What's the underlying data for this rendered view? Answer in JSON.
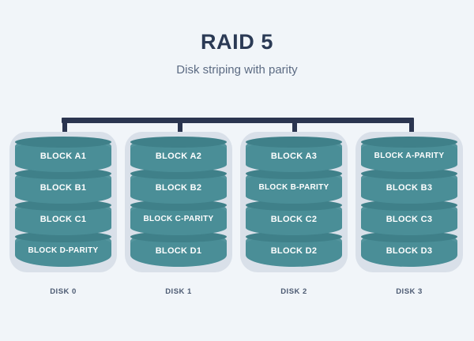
{
  "header": {
    "title": "RAID 5",
    "subtitle": "Disk striping with parity"
  },
  "colors": {
    "background": "#F1F5F9",
    "title_text": "#2B3A55",
    "subtitle_text": "#5C6B83",
    "bus": "#2B3550",
    "disk_body": "#4A8E97",
    "disk_top": "#3F8089",
    "disk_shell": "#D9E0E9",
    "block_text": "#FFFFFF",
    "caption_text": "#4C5A72"
  },
  "disks": [
    {
      "caption": "DISK 0",
      "blocks": [
        "BLOCK A1",
        "BLOCK B1",
        "BLOCK C1",
        "BLOCK D-PARITY"
      ]
    },
    {
      "caption": "DISK 1",
      "blocks": [
        "BLOCK A2",
        "BLOCK B2",
        "BLOCK C-PARITY",
        "BLOCK D1"
      ]
    },
    {
      "caption": "DISK 2",
      "blocks": [
        "BLOCK A3",
        "BLOCK B-PARITY",
        "BLOCK C2",
        "BLOCK D2"
      ]
    },
    {
      "caption": "DISK 3",
      "blocks": [
        "BLOCK A-PARITY",
        "BLOCK B3",
        "BLOCK C3",
        "BLOCK D3"
      ]
    }
  ]
}
